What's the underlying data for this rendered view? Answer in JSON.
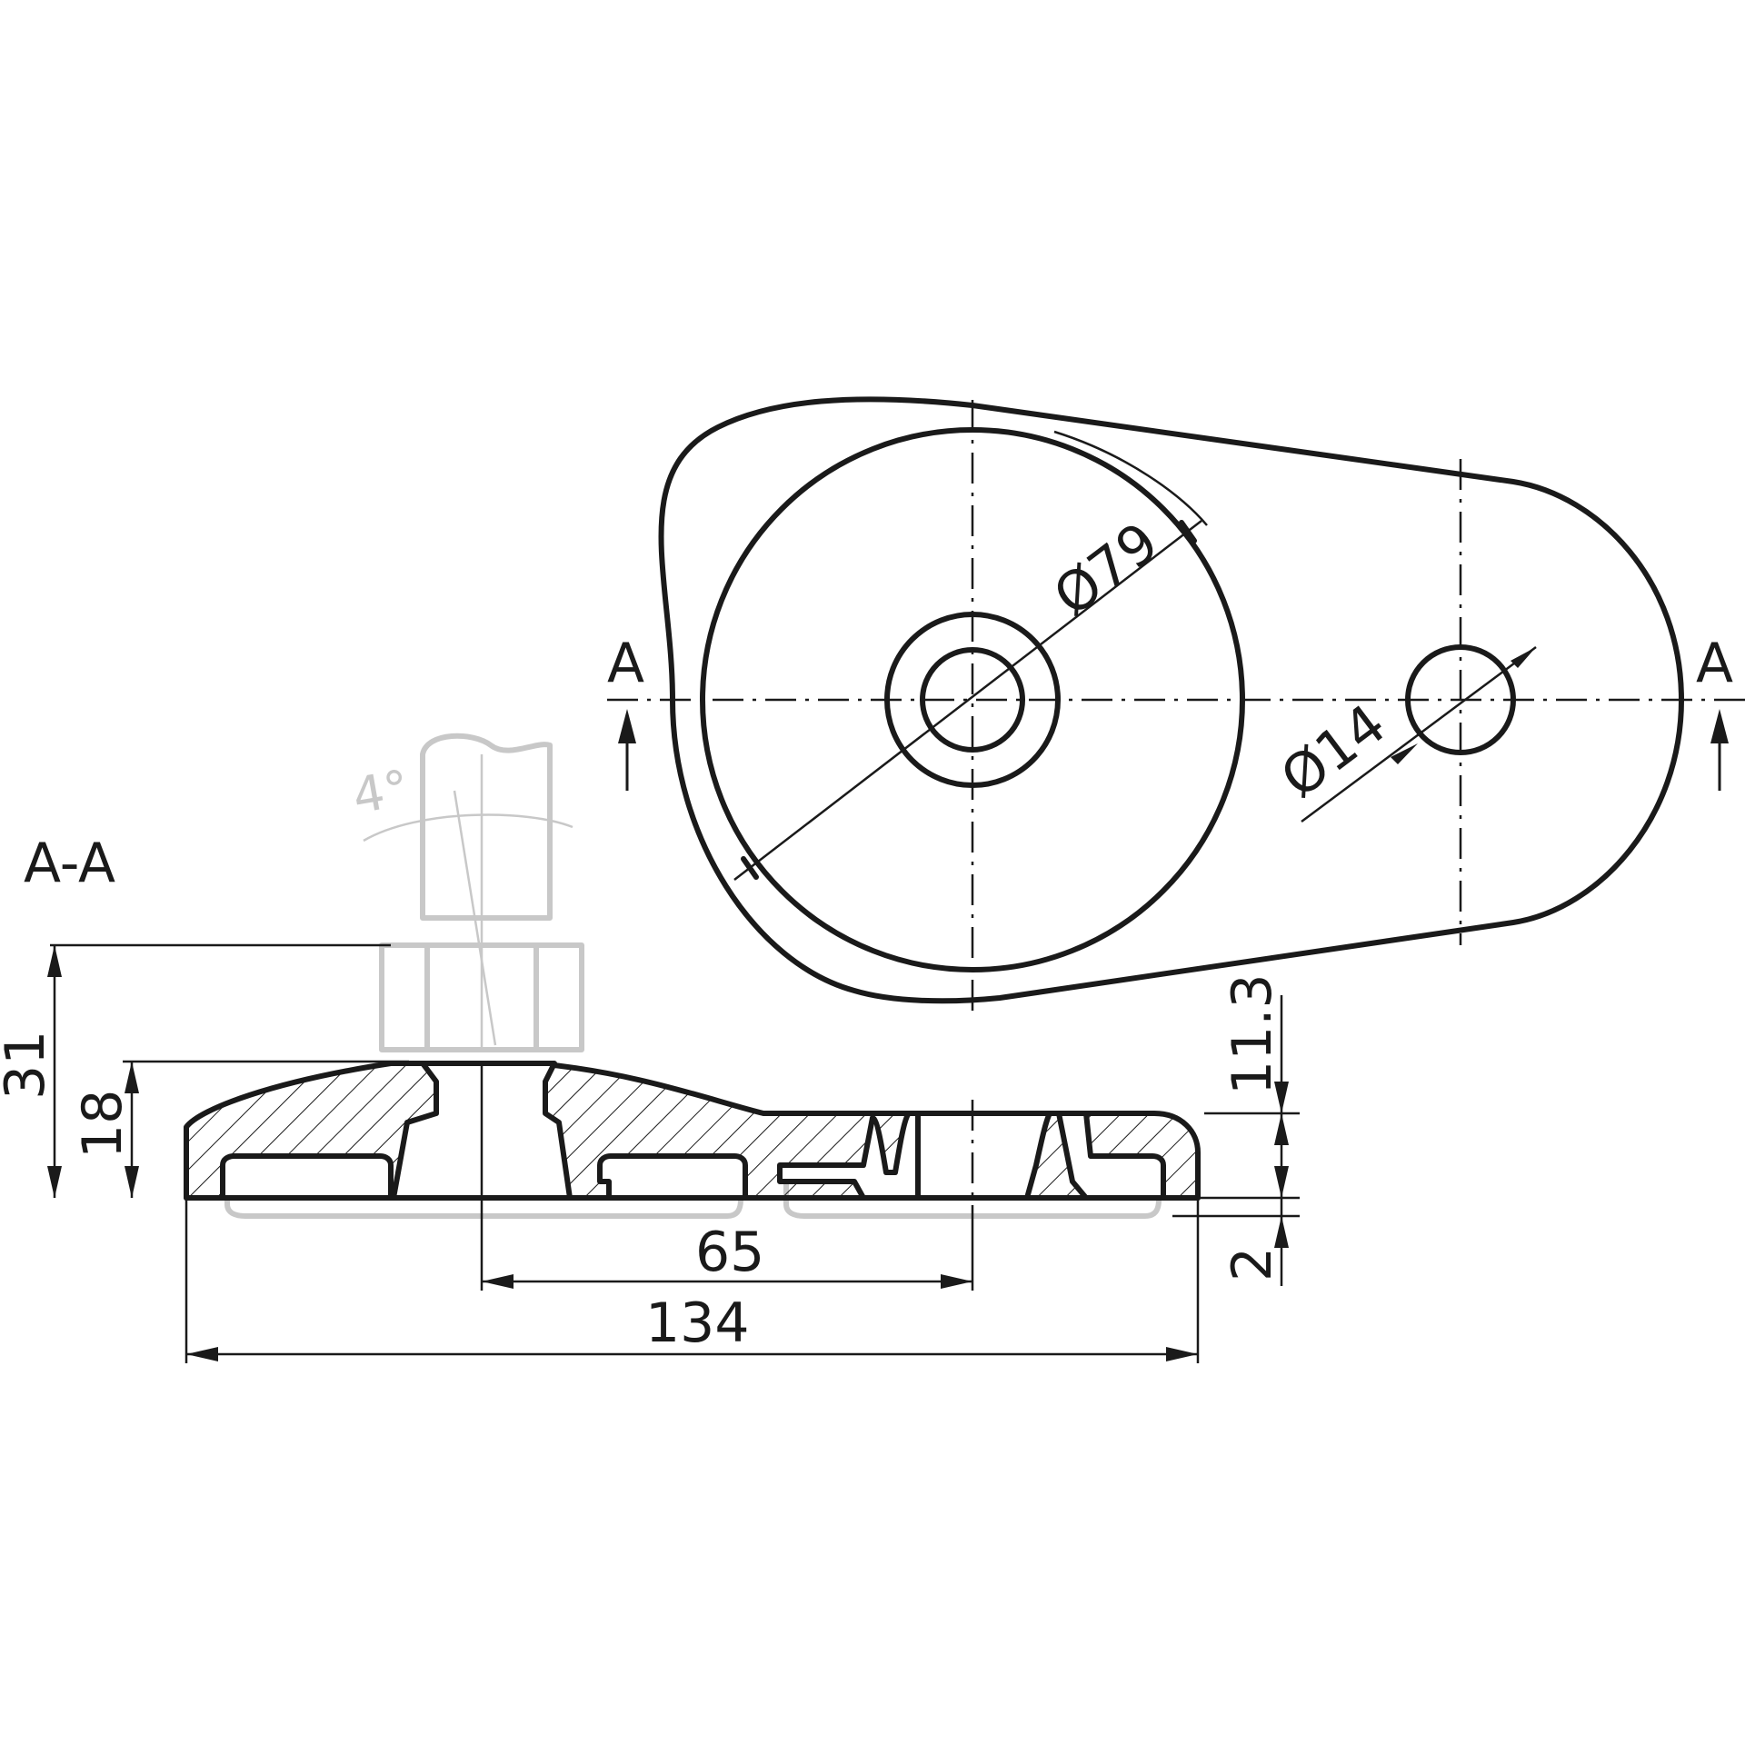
{
  "section_marker": {
    "left": "A",
    "right": "A"
  },
  "section_title": "A-A",
  "dimensions": {
    "outer_diameter": "Ø79",
    "hole_diameter": "Ø14",
    "total_height": "31",
    "base_height": "18",
    "pad_height": "11.3",
    "rim_height": "2",
    "hole_spacing": "65",
    "total_length": "134",
    "tilt_angle": "4°"
  },
  "colors": {
    "line": "#1a1a1a",
    "ghost": "#c8c8c8",
    "background": "#ffffff"
  }
}
